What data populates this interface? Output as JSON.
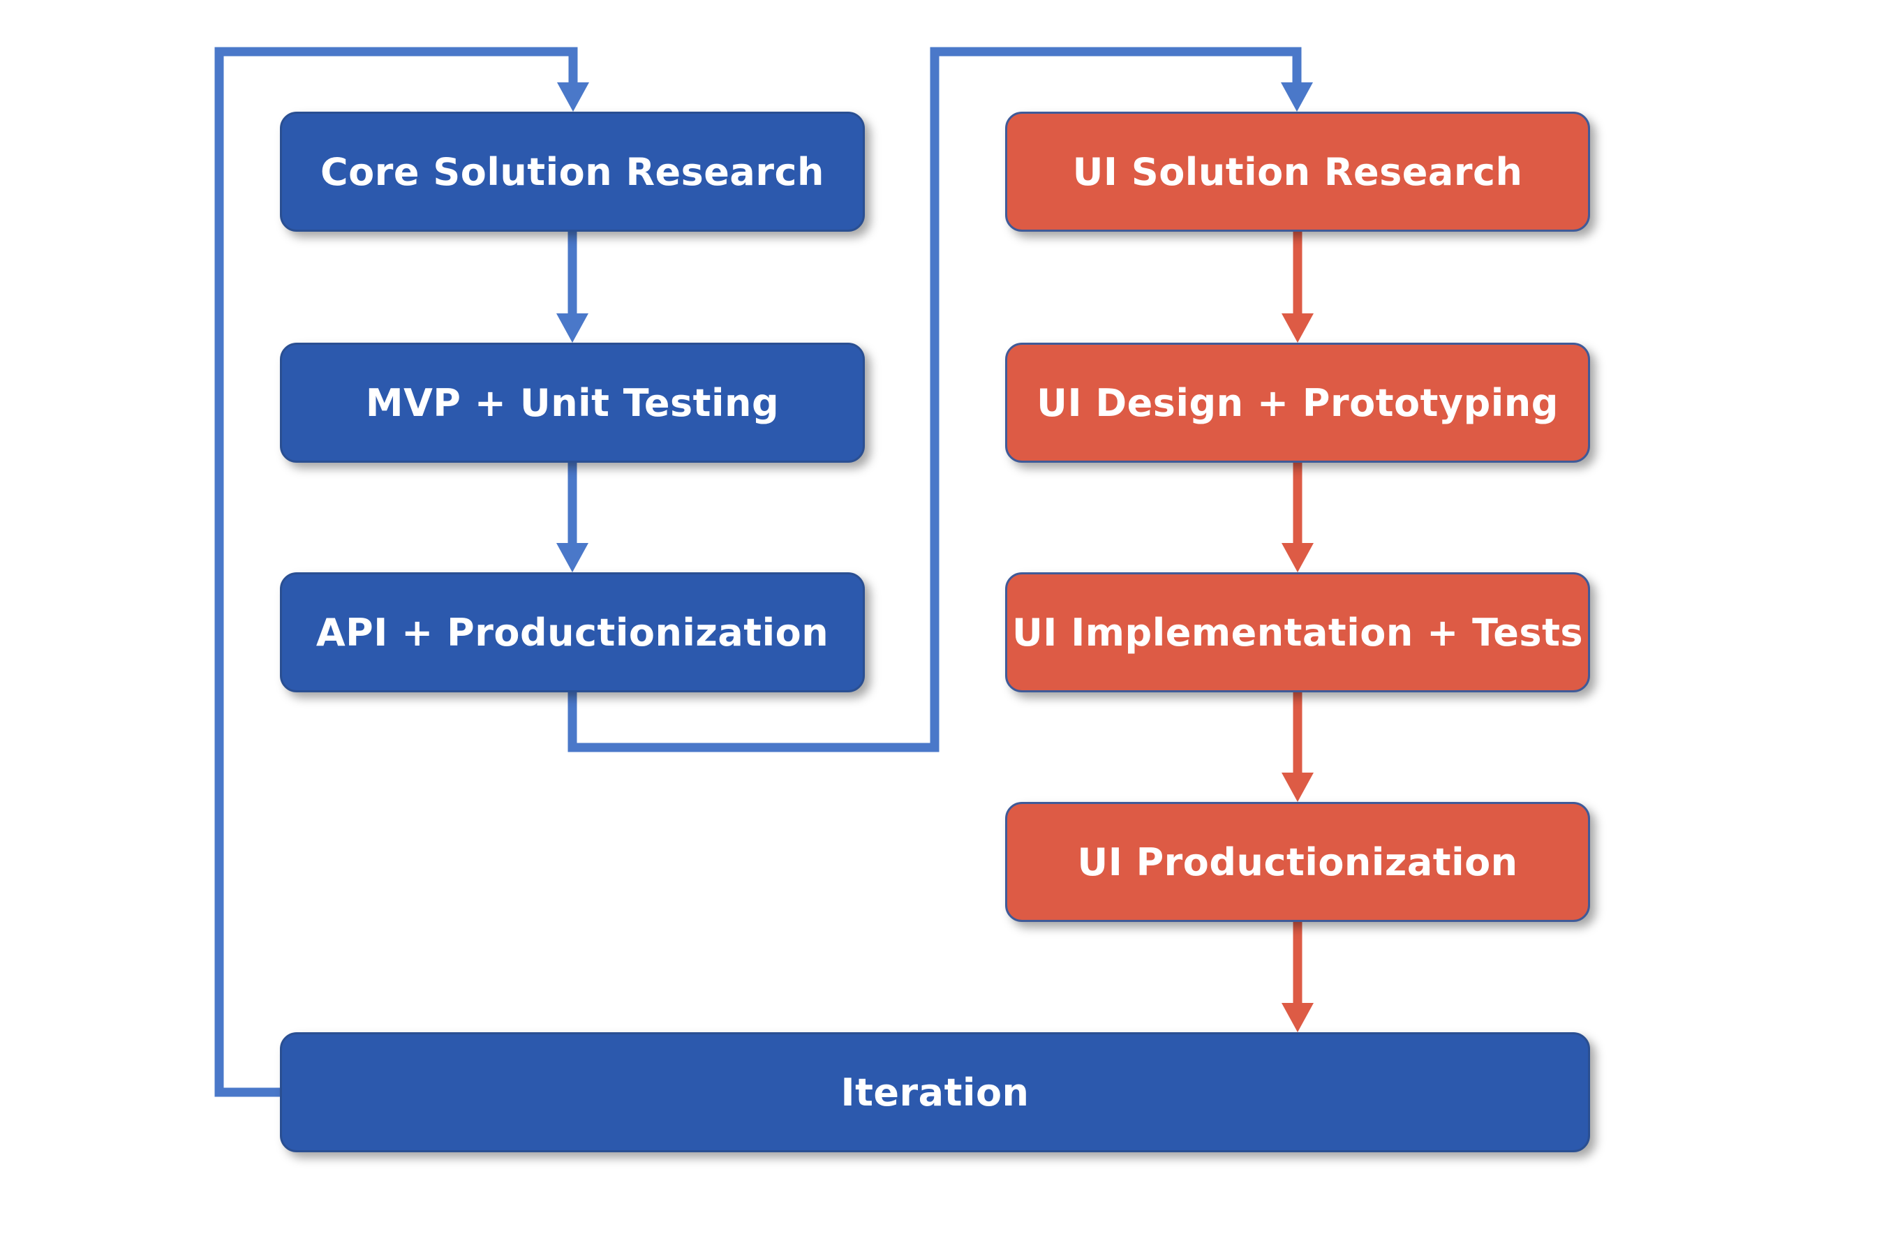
{
  "colors": {
    "blue_box": "#2c59ad",
    "red_box": "#dd5b45",
    "blue_line": "#4a78c9",
    "red_line": "#dd5b45"
  },
  "nodes": {
    "core_solution_research": "Core Solution Research",
    "mvp_unit_testing": "MVP + Unit Testing",
    "api_productionization": "API + Productionization",
    "ui_solution_research": "UI Solution Research",
    "ui_design_prototyping": "UI Design + Prototyping",
    "ui_implementation_tests": "UI Implementation + Tests",
    "ui_productionization": "UI Productionization",
    "iteration": "Iteration"
  },
  "edges": [
    {
      "from": "Core Solution Research",
      "to": "MVP + Unit Testing"
    },
    {
      "from": "MVP + Unit Testing",
      "to": "API + Productionization"
    },
    {
      "from": "API + Productionization",
      "to": "UI Solution Research"
    },
    {
      "from": "UI Solution Research",
      "to": "UI Design + Prototyping"
    },
    {
      "from": "UI Design + Prototyping",
      "to": "UI Implementation + Tests"
    },
    {
      "from": "UI Implementation + Tests",
      "to": "UI Productionization"
    },
    {
      "from": "UI Productionization",
      "to": "Iteration"
    },
    {
      "from": "Iteration",
      "to": "Core Solution Research"
    }
  ]
}
